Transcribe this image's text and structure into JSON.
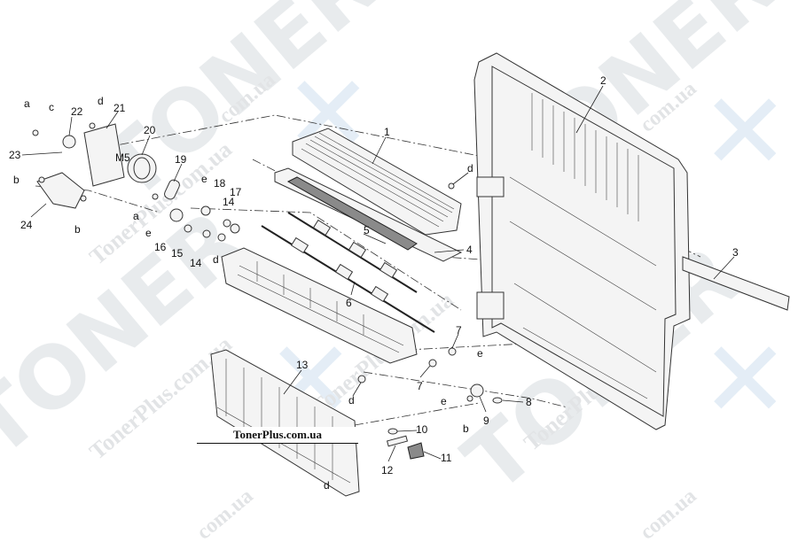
{
  "watermark": {
    "brand": "TONER",
    "site": "TonerPlus.com.ua",
    "domain_fragment": "com.ua"
  },
  "site_label": "TonerPlus.com.ua",
  "callouts": [
    {
      "id": "1",
      "text": "1"
    },
    {
      "id": "2",
      "text": "2"
    },
    {
      "id": "3",
      "text": "3"
    },
    {
      "id": "4",
      "text": "4"
    },
    {
      "id": "5",
      "text": "5"
    },
    {
      "id": "6",
      "text": "6"
    },
    {
      "id": "7a",
      "text": "7"
    },
    {
      "id": "7b",
      "text": "7"
    },
    {
      "id": "8",
      "text": "8"
    },
    {
      "id": "9",
      "text": "9"
    },
    {
      "id": "10",
      "text": "10"
    },
    {
      "id": "11",
      "text": "11"
    },
    {
      "id": "12",
      "text": "12"
    },
    {
      "id": "13",
      "text": "13"
    },
    {
      "id": "14a",
      "text": "14"
    },
    {
      "id": "14b",
      "text": "14"
    },
    {
      "id": "15",
      "text": "15"
    },
    {
      "id": "16",
      "text": "16"
    },
    {
      "id": "17",
      "text": "17"
    },
    {
      "id": "18",
      "text": "18"
    },
    {
      "id": "19",
      "text": "19"
    },
    {
      "id": "20",
      "text": "20"
    },
    {
      "id": "21",
      "text": "21"
    },
    {
      "id": "22",
      "text": "22"
    },
    {
      "id": "23",
      "text": "23"
    },
    {
      "id": "24",
      "text": "24"
    },
    {
      "id": "a1",
      "text": "a"
    },
    {
      "id": "a2",
      "text": "a"
    },
    {
      "id": "b1",
      "text": "b"
    },
    {
      "id": "b2",
      "text": "b"
    },
    {
      "id": "b3",
      "text": "b"
    },
    {
      "id": "c1",
      "text": "c"
    },
    {
      "id": "d1",
      "text": "d"
    },
    {
      "id": "d2",
      "text": "d"
    },
    {
      "id": "d3",
      "text": "d"
    },
    {
      "id": "d4",
      "text": "d"
    },
    {
      "id": "d5",
      "text": "d"
    },
    {
      "id": "e1",
      "text": "e"
    },
    {
      "id": "e2",
      "text": "e"
    },
    {
      "id": "e3",
      "text": "e"
    },
    {
      "id": "e4",
      "text": "e"
    },
    {
      "id": "m5",
      "text": "M5"
    }
  ]
}
